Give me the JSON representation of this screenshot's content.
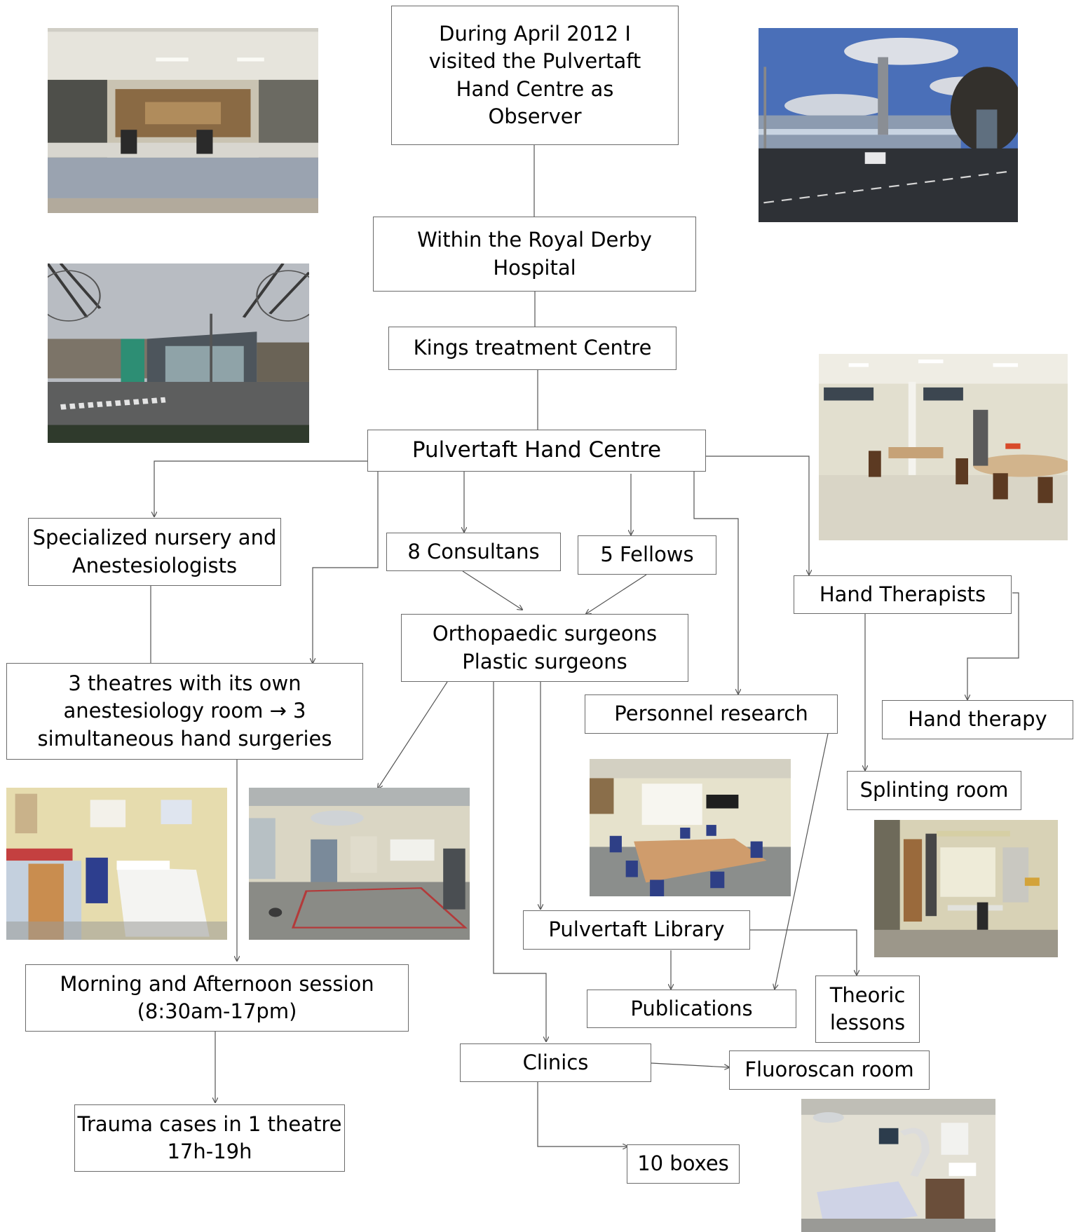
{
  "colors": {
    "box_border": "#6b6b6b",
    "connector": "#555555"
  },
  "nodes": {
    "intro": "During April 2012 I\nvisited the Pulvertaft\nHand Centre as\nObserver",
    "royal_derby": "Within the Royal Derby\nHospital",
    "kings": "Kings treatment Centre",
    "pulvertaft": "Pulvertaft Hand Centre",
    "nursery": "Specialized nursery and\nAnestesiologists",
    "consultants": "8 Consultans",
    "fellows": "5 Fellows",
    "hand_therapists": "Hand Therapists",
    "surgeons": "Orthopaedic surgeons\nPlastic surgeons",
    "theatres": "3 theatres with its own\nanestesiology room → 3\nsimultaneous hand surgeries",
    "personnel_research": "Personnel research",
    "hand_therapy": "Hand therapy",
    "splinting": "Splinting room",
    "library": "Pulvertaft Library",
    "session": "Morning and Afternoon session\n(8:30am-17pm)",
    "publications": "Publications",
    "theoric": "Theoric\nlessons",
    "clinics": "Clinics",
    "fluoroscan": "Fluoroscan room",
    "trauma": "Trauma cases in 1 theatre\n17h-19h",
    "boxes": "10 boxes"
  },
  "photos": [
    "reception-desk-photo",
    "hospital-exterior-photo",
    "treatment-centre-entrance-photo",
    "hand-therapy-room-photo",
    "anesthesia-room-photo",
    "operating-theatre-photo",
    "library-meeting-room-photo",
    "splinting-room-photo",
    "fluoroscan-room-photo"
  ]
}
